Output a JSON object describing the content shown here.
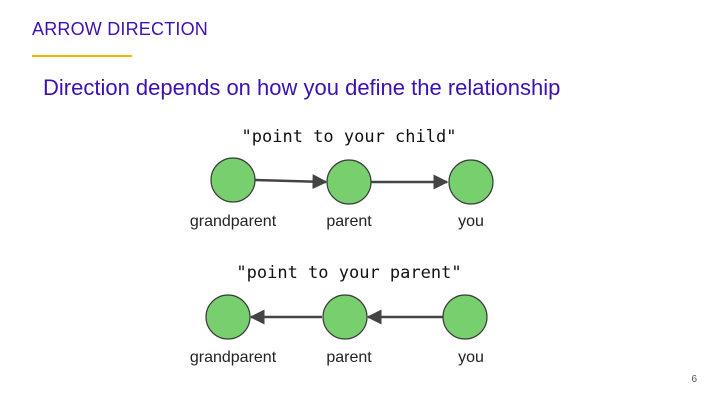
{
  "slide": {
    "section_title": "ARROW DIRECTION",
    "subtitle": "Direction depends on how you define the relationship",
    "page_number": "6"
  },
  "diagrams": [
    {
      "caption": "\"point to your child\"",
      "direction": "right",
      "nodes": [
        "grandparent",
        "parent",
        "you"
      ]
    },
    {
      "caption": "\"point to your parent\"",
      "direction": "left",
      "nodes": [
        "grandparent",
        "parent",
        "you"
      ]
    }
  ],
  "colors": {
    "title": "#3d10b3",
    "accent_rule": "#f4b400",
    "node_fill": "#77d06d",
    "node_stroke": "#3c3c3c",
    "arrow": "#444444"
  }
}
